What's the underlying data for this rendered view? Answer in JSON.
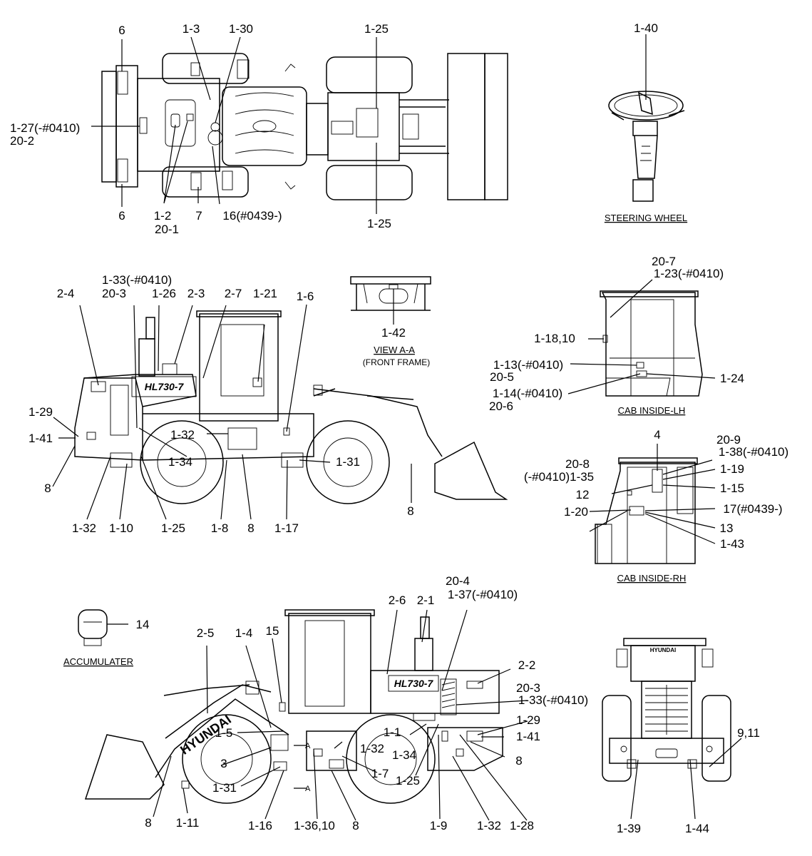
{
  "captions": {
    "steering_wheel": "STEERING WHEEL",
    "view_aa": "VIEW A-A",
    "front_frame": "(FRONT FRAME)",
    "cab_inside_lh": "CAB INSIDE-LH",
    "cab_inside_rh": "CAB INSIDE-RH",
    "accumulater": "ACCUMULATER"
  },
  "decal_texts": {
    "model": "HL730-7",
    "brand": "HYUNDAI"
  },
  "top_view_labels": [
    "6",
    "1-3",
    "1-30",
    "1-25",
    "1-27(-#0410)",
    "20-2",
    "6",
    "1-2",
    "20-1",
    "7",
    "16(#0439-)",
    "1-25",
    "1-40"
  ],
  "side_lh_labels": [
    "1-33(-#0410)",
    "20-3",
    "1-26",
    "2-3",
    "2-7",
    "1-21",
    "1-6",
    "2-4",
    "1-29",
    "1-41",
    "8",
    "1-32",
    "1-10",
    "1-34",
    "1-25",
    "1-32",
    "1-8",
    "8",
    "1-31",
    "1-17",
    "8"
  ],
  "view_aa_labels": [
    "1-42"
  ],
  "cab_lh_labels": [
    "20-7",
    "1-23(-#0410)",
    "1-18,10",
    "1-13(-#0410)",
    "20-5",
    "1-24",
    "1-14(-#0410)",
    "20-6"
  ],
  "cab_rh_labels": [
    "4",
    "20-9",
    "1-38(-#0410)",
    "1-19",
    "20-8",
    "(-#0410)1-35",
    "1-15",
    "12",
    "1-20",
    "17(#0439-)",
    "13",
    "1-43"
  ],
  "side_rh_labels": [
    "20-4",
    "1-37(-#0410)",
    "2-6",
    "2-1",
    "14",
    "2-5",
    "1-4",
    "15",
    "2-2",
    "20-3",
    "1-33(-#0410)",
    "1-29",
    "1-41",
    "1-1",
    "1-5",
    "1-32",
    "3",
    "1-7",
    "1-34",
    "8",
    "1-25",
    "1-31",
    "8",
    "1-11",
    "1-16",
    "1-36,10",
    "8",
    "1-9",
    "1-32",
    "1-28"
  ],
  "rear_view_labels": [
    "9,11",
    "1-39",
    "1-44"
  ]
}
